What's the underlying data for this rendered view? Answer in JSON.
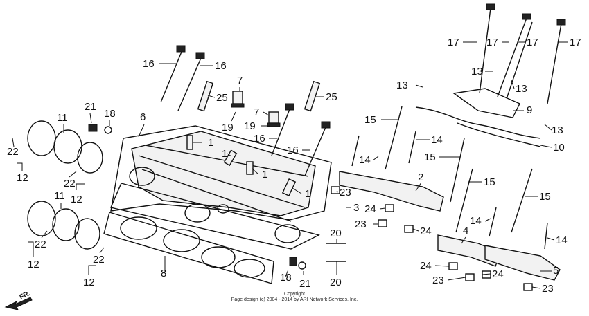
{
  "callouts": [
    {
      "id": "c1",
      "label": "1"
    },
    {
      "id": "c2",
      "label": "1"
    },
    {
      "id": "c3",
      "label": "1"
    },
    {
      "id": "c4",
      "label": "1"
    },
    {
      "id": "c5",
      "label": "2"
    },
    {
      "id": "c6",
      "label": "3"
    },
    {
      "id": "c7",
      "label": "4"
    },
    {
      "id": "c8",
      "label": "5"
    },
    {
      "id": "c9",
      "label": "6"
    },
    {
      "id": "c10",
      "label": "7"
    },
    {
      "id": "c11",
      "label": "7"
    },
    {
      "id": "c12",
      "label": "8"
    },
    {
      "id": "c13",
      "label": "9"
    },
    {
      "id": "c14",
      "label": "10"
    },
    {
      "id": "c15",
      "label": "11"
    },
    {
      "id": "c16",
      "label": "11"
    },
    {
      "id": "c17",
      "label": "12"
    },
    {
      "id": "c18",
      "label": "12"
    },
    {
      "id": "c19",
      "label": "12"
    },
    {
      "id": "c20",
      "label": "12"
    },
    {
      "id": "c21",
      "label": "13"
    },
    {
      "id": "c22",
      "label": "13"
    },
    {
      "id": "c23",
      "label": "13"
    },
    {
      "id": "c24",
      "label": "13"
    },
    {
      "id": "c25",
      "label": "14"
    },
    {
      "id": "c26",
      "label": "14"
    },
    {
      "id": "c27",
      "label": "14"
    },
    {
      "id": "c28",
      "label": "14"
    },
    {
      "id": "c29",
      "label": "15"
    },
    {
      "id": "c30",
      "label": "15"
    },
    {
      "id": "c31",
      "label": "15"
    },
    {
      "id": "c32",
      "label": "15"
    },
    {
      "id": "c33",
      "label": "16"
    },
    {
      "id": "c34",
      "label": "16"
    },
    {
      "id": "c35",
      "label": "16"
    },
    {
      "id": "c36",
      "label": "16"
    },
    {
      "id": "c37",
      "label": "17"
    },
    {
      "id": "c38",
      "label": "17"
    },
    {
      "id": "c39",
      "label": "17"
    },
    {
      "id": "c40",
      "label": "17"
    },
    {
      "id": "c41",
      "label": "18"
    },
    {
      "id": "c42",
      "label": "18"
    },
    {
      "id": "c43",
      "label": "19"
    },
    {
      "id": "c44",
      "label": "19"
    },
    {
      "id": "c45",
      "label": "20"
    },
    {
      "id": "c46",
      "label": "20"
    },
    {
      "id": "c47",
      "label": "21"
    },
    {
      "id": "c48",
      "label": "21"
    },
    {
      "id": "c49",
      "label": "22"
    },
    {
      "id": "c50",
      "label": "22"
    },
    {
      "id": "c51",
      "label": "22"
    },
    {
      "id": "c52",
      "label": "22"
    },
    {
      "id": "c53",
      "label": "23"
    },
    {
      "id": "c54",
      "label": "23"
    },
    {
      "id": "c55",
      "label": "23"
    },
    {
      "id": "c56",
      "label": "23"
    },
    {
      "id": "c57",
      "label": "24"
    },
    {
      "id": "c58",
      "label": "24"
    },
    {
      "id": "c59",
      "label": "24"
    },
    {
      "id": "c60",
      "label": "24"
    },
    {
      "id": "c61",
      "label": "25"
    },
    {
      "id": "c62",
      "label": "25"
    }
  ],
  "front_arrow_label": "FR.",
  "copyright": {
    "line1": "Copyright",
    "line2": "Page design (c) 2004 - 2014 by ARI Network Services, Inc."
  }
}
